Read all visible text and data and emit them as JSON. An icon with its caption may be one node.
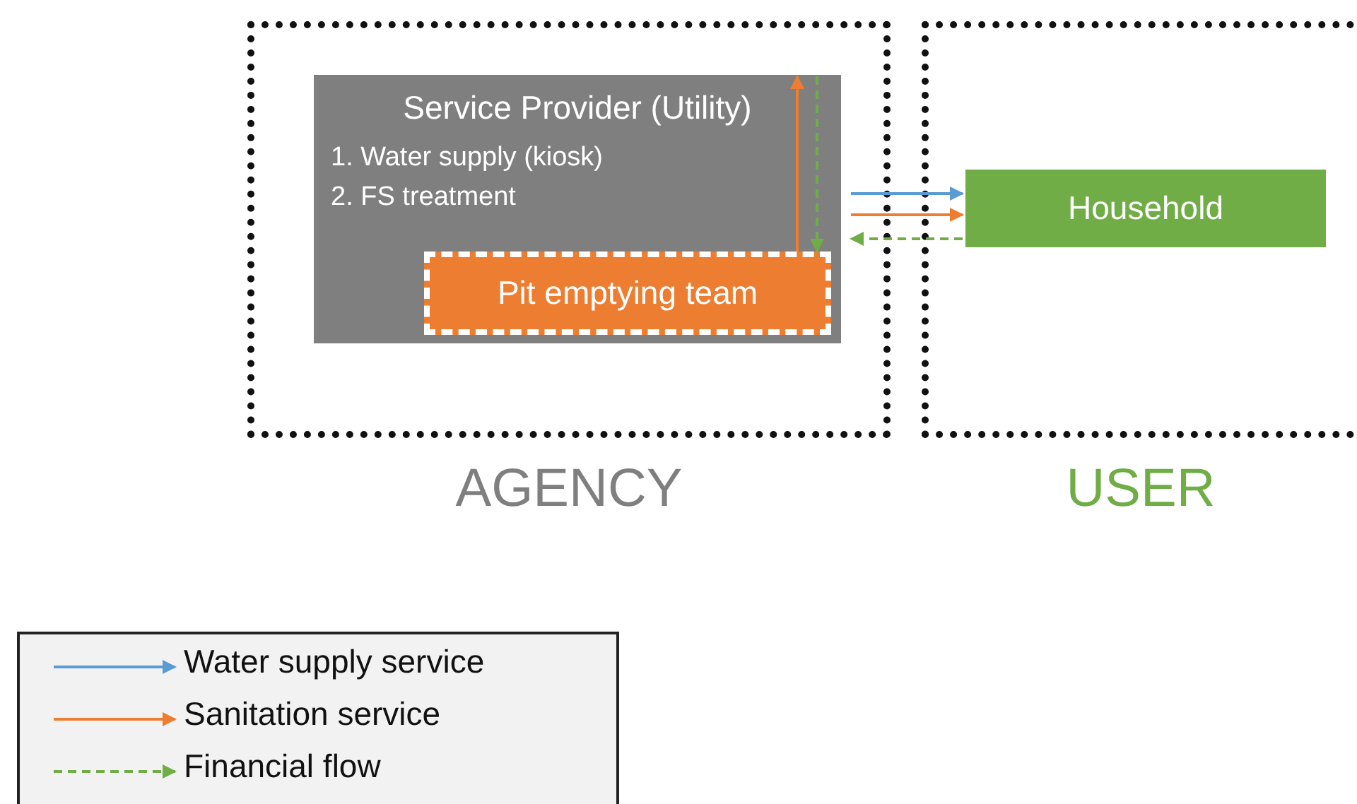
{
  "diagram": {
    "nodes": [
      {
        "text": [
          "AGENCY"
        ]
      },
      {
        "text": [
          "Service Provider (Utility)",
          "1. Water supply (kiosk)",
          "2. FS treatment"
        ],
        "in": 0
      },
      {
        "text": [
          "Pit emptying team"
        ],
        "in": 1
      },
      {
        "text": [
          "USER"
        ]
      },
      {
        "text": [
          "Household"
        ],
        "in": 3
      }
    ],
    "edges": [
      {
        "from": 2,
        "to": 1,
        "arrow": "to",
        "color": "#ed7d31"
      },
      {
        "from": 1,
        "to": 2,
        "arrow": "to",
        "style": "dashed",
        "color": "#70ad47"
      },
      {
        "from": 1,
        "to": 4,
        "arrow": "to",
        "color": "#5b9bd5"
      },
      {
        "from": 1,
        "to": 4,
        "arrow": "to",
        "color": "#ed7d31"
      },
      {
        "from": 4,
        "to": 1,
        "arrow": "to",
        "style": "dashed",
        "color": "#70ad47"
      }
    ],
    "legend": [
      {
        "text": "Water supply service"
      },
      {
        "text": "Sanitation service"
      },
      {
        "text": "Financial flow"
      }
    ]
  }
}
